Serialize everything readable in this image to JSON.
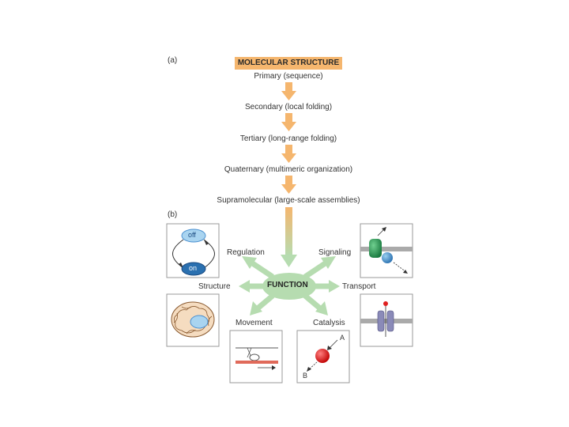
{
  "part_a": "(a)",
  "part_b": "(b)",
  "title": "MOLECULAR STRUCTURE",
  "levels": {
    "primary": "Primary (sequence)",
    "secondary": "Secondary (local folding)",
    "tertiary": "Tertiary (long-range folding)",
    "quaternary": "Quaternary (multimeric organization)",
    "supramolecular": "Supramolecular (large-scale assemblies)"
  },
  "function": "FUNCTION",
  "functions": {
    "regulation": "Regulation",
    "signaling": "Signaling",
    "structure": "Structure",
    "transport": "Transport",
    "movement": "Movement",
    "catalysis": "Catalysis"
  },
  "icons": {
    "off": "off",
    "on": "on",
    "a": "A",
    "b": "B"
  },
  "colors": {
    "title_bg": "#f5b66e",
    "arrow_orange": "#f5b66e",
    "function_green": "#b6dcb0",
    "regulation_blue": "#4a90d0",
    "signaling_green": "#2a9a5a",
    "catalysis_red": "#e02020"
  }
}
